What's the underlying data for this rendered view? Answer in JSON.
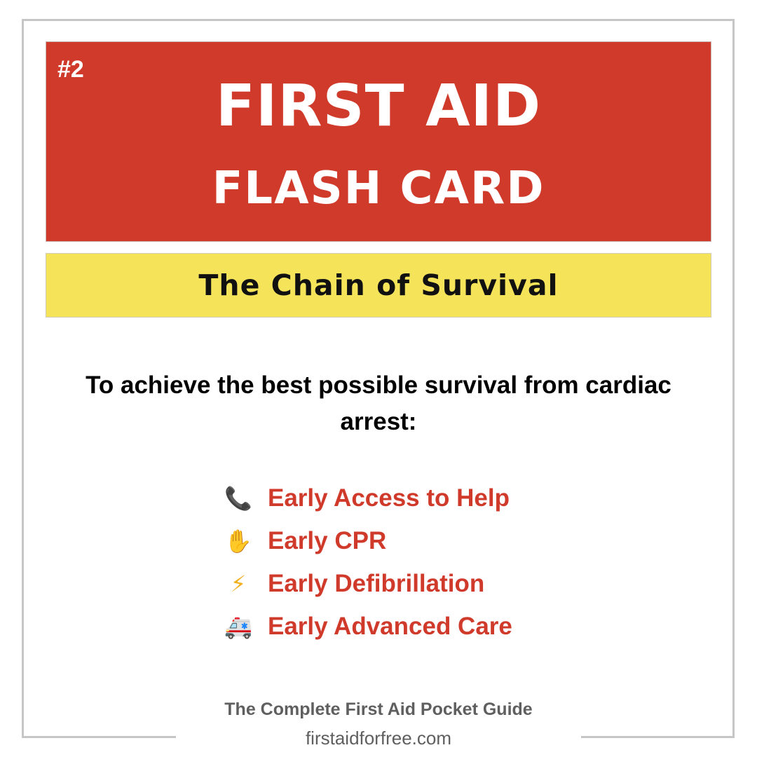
{
  "card": {
    "number": "#2",
    "title_line1": "FIRST AID",
    "title_line2": "FLASH CARD",
    "subtitle": "The Chain of Survival",
    "intro": "To achieve the best possible survival from cardiac arrest:"
  },
  "chain": [
    {
      "icon": "phone-icon",
      "glyph": "📞",
      "label": "Early Access to Help"
    },
    {
      "icon": "raised-hand-icon",
      "glyph": "✋",
      "label": "Early CPR"
    },
    {
      "icon": "lightning-icon",
      "glyph": "⚡",
      "label": "Early Defibrillation"
    },
    {
      "icon": "ambulance-icon",
      "glyph": "🚑",
      "label": "Early Advanced Care"
    }
  ],
  "footer": {
    "title": "The Complete First Aid Pocket Guide",
    "url": "firstaidforfree.com"
  },
  "colors": {
    "banner_red": "#d03a2b",
    "subtitle_yellow": "#f5e35a",
    "item_red": "#d03a2b",
    "footer_gray": "#5f5f5f",
    "frame_gray": "#c6c6c6"
  }
}
